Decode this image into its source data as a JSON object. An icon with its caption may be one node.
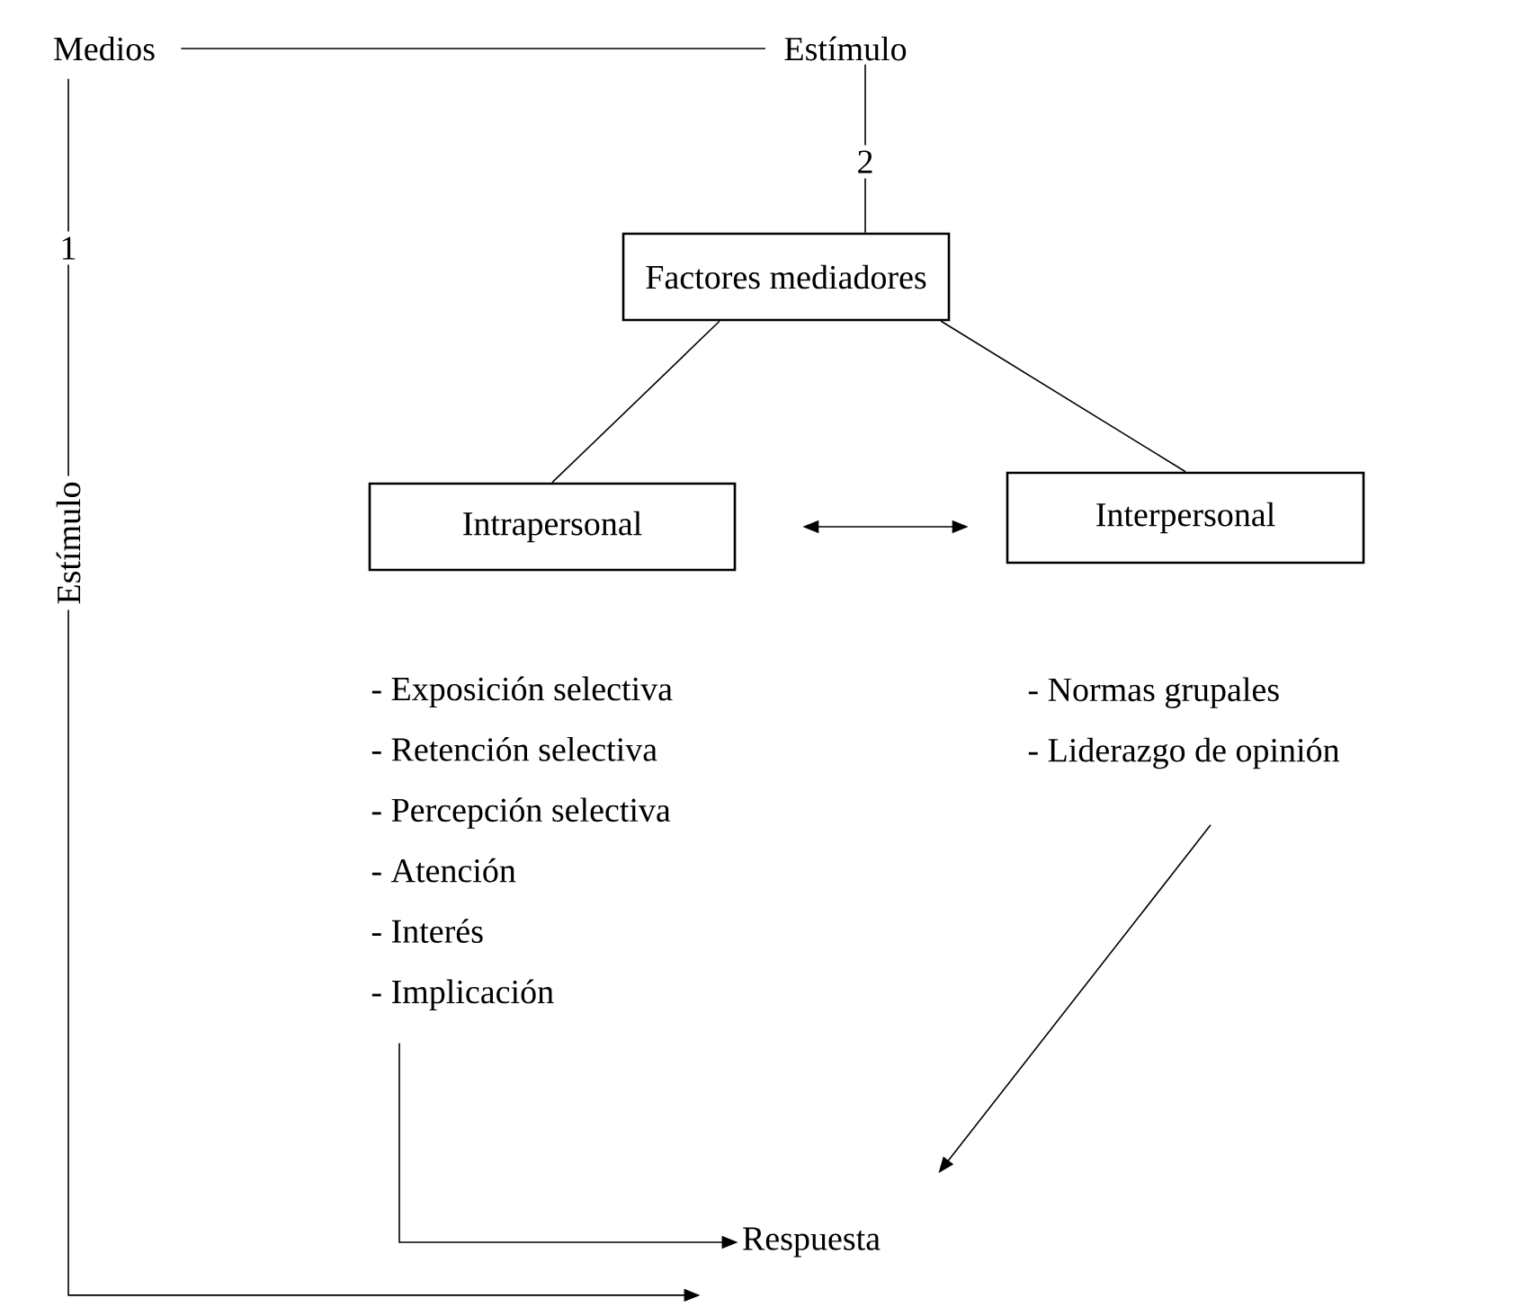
{
  "diagram": {
    "nodes": [
      {
        "text": [
          "Medios"
        ]
      },
      {
        "text": [
          "Estímulo"
        ]
      },
      {
        "text": [
          "Factores mediadores"
        ]
      },
      {
        "text": [
          "Intrapersonal"
        ]
      },
      {
        "text": [
          "Interpersonal"
        ]
      },
      {
        "text": [
          "- Exposición selectiva",
          "- Retención selectiva",
          "- Percepción selectiva",
          "- Atención",
          "- Interés",
          "- Implicación"
        ]
      },
      {
        "text": [
          "- Normas grupales",
          "- Liderazgo de opinión"
        ]
      },
      {
        "text": [
          "Respuesta"
        ]
      }
    ],
    "edges": [
      {
        "from": 0,
        "to": 1,
        "arrow": "none"
      },
      {
        "from": 1,
        "to": 2,
        "arrow": "none",
        "label": "2"
      },
      {
        "from": 2,
        "to": 3,
        "arrow": "none"
      },
      {
        "from": 2,
        "to": 4,
        "arrow": "none"
      },
      {
        "from": 3,
        "to": 4,
        "arrow": "both"
      },
      {
        "from": 5,
        "to": 7,
        "arrow": "to"
      },
      {
        "from": 6,
        "to": 7,
        "arrow": "to"
      },
      {
        "from": 0,
        "to": 7,
        "arrow": "to",
        "label": "1"
      }
    ],
    "labels": [
      "Estímulo"
    ]
  }
}
